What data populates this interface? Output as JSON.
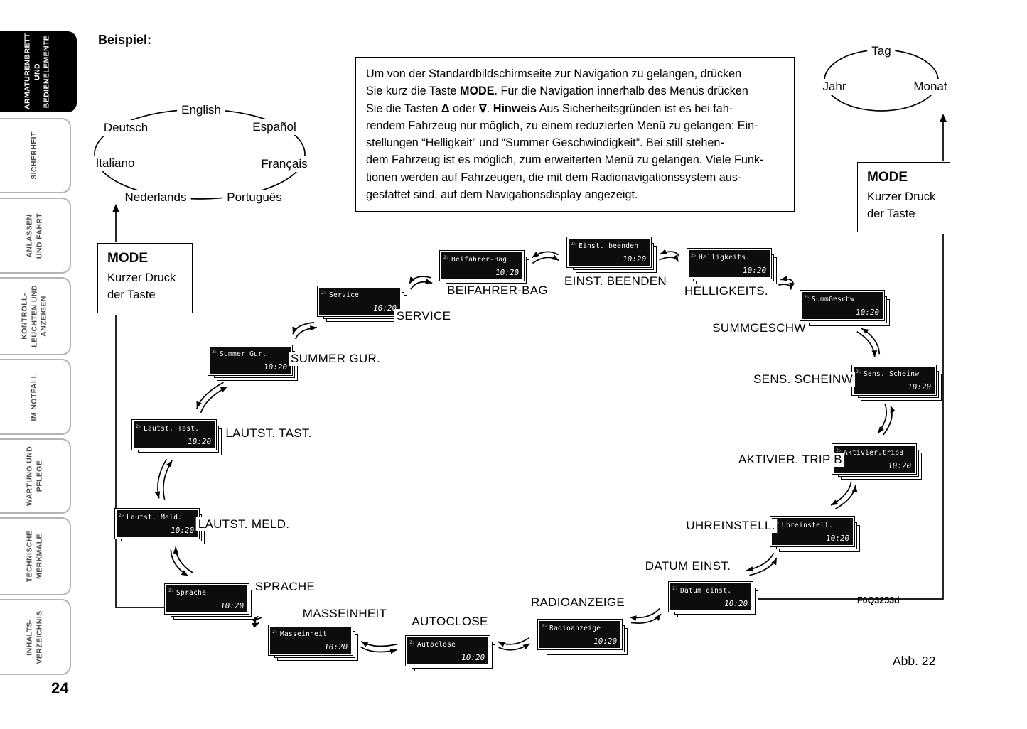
{
  "page": {
    "number": "24",
    "example_label": "Beispiel:",
    "figure_code": "F0Q3253d",
    "figure_caption": "Abb. 22"
  },
  "colors": {
    "screen_background": "#0d0d0d",
    "screen_text": "#ffffff",
    "line_color": "#000000",
    "active_tab_background": "#000000"
  },
  "sidebar": {
    "items": [
      {
        "lines": [
          "ARMATURENBRETT",
          "UND",
          "BEDIENELEMENTE"
        ],
        "active": true
      },
      {
        "lines": [
          "SICHERHEIT"
        ],
        "active": false
      },
      {
        "lines": [
          "ANLASSEN",
          "UND FAHRT"
        ],
        "active": false
      },
      {
        "lines": [
          "KONTROLL-",
          "LEUCHTEN UND",
          "ANZEIGEN"
        ],
        "active": false
      },
      {
        "lines": [
          "IM NOTFALL"
        ],
        "active": false
      },
      {
        "lines": [
          "WARTUNG UND",
          "PFLEGE"
        ],
        "active": false
      },
      {
        "lines": [
          "TECHNISCHE",
          "MERKMALE"
        ],
        "active": false
      },
      {
        "lines": [
          "INHALTS-",
          "VERZEICHNIS"
        ],
        "active": false
      }
    ]
  },
  "language_ellipse": {
    "items": [
      "English",
      "Deutsch",
      "Español",
      "Italiano",
      "Français",
      "Nederlands",
      "Português"
    ]
  },
  "date_ellipse": {
    "items": [
      "Tag",
      "Jahr",
      "Monat"
    ]
  },
  "mode_left": {
    "title": "MODE",
    "lines": [
      "Kurzer Druck",
      "der Taste"
    ]
  },
  "mode_right": {
    "title": "MODE",
    "lines": [
      "Kurzer Druck",
      "der Taste"
    ]
  },
  "info_box": {
    "lines": [
      [
        {
          "t": "Um von der Standardbildschirmseite zur Navigation zu gelangen, drücken"
        }
      ],
      [
        {
          "t": "Sie kurz die Taste "
        },
        {
          "t": "MODE",
          "b": true
        },
        {
          "t": ". Für die Navigation innerhalb des Menüs drücken"
        }
      ],
      [
        {
          "t": "Sie die Tasten "
        },
        {
          "t": "Δ",
          "b": true
        },
        {
          "t": " oder "
        },
        {
          "t": "∇",
          "b": true
        },
        {
          "t": ". "
        },
        {
          "t": "Hinweis",
          "b": true
        },
        {
          "t": "  Aus Sicherheitsgründen ist es bei fah-"
        }
      ],
      [
        {
          "t": "rendem Fahrzeug nur möglich, zu einem reduzierten Menü zu gelangen: Ein-"
        }
      ],
      [
        {
          "t": "stellungen “Helligkeit” und “Summer Geschwindigkeit”. Bei still stehen-"
        }
      ],
      [
        {
          "t": "dem Fahrzeug ist es möglich, zum erweiterten Menü zu gelangen. Viele Funk-"
        }
      ],
      [
        {
          "t": "tionen werden auf Fahrzeugen, die mit dem Radionavigationssystem aus-"
        }
      ],
      [
        {
          "t": "gestattet sind, auf dem Navigationsdisplay angezeigt."
        }
      ]
    ]
  },
  "menu": {
    "time": "10:20",
    "corner_icon": "2♭",
    "items": [
      {
        "screen": "Einst. beenden",
        "label": "EINST. BEENDEN"
      },
      {
        "screen": "Helligkeits.",
        "label": "HELLIGKEITS."
      },
      {
        "screen": "SummGeschw",
        "label": "SUMMGESCHW"
      },
      {
        "screen": "Sens. Scheinw",
        "label": "SENS. SCHEINW"
      },
      {
        "screen": "Aktivier.tripB",
        "label": "AKTIVIER. TRIP B"
      },
      {
        "screen": "Uhreinstell.",
        "label": "UHREINSTELL."
      },
      {
        "screen": "Datum einst.",
        "label": "DATUM EINST."
      },
      {
        "screen": "Radioanzeige",
        "label": "RADIOANZEIGE"
      },
      {
        "screen": "Autoclose",
        "label": "AUTOCLOSE"
      },
      {
        "screen": "Masseinheit",
        "label": "MASSEINHEIT"
      },
      {
        "screen": "Sprache",
        "label": "SPRACHE"
      },
      {
        "screen": "Lautst. Meld.",
        "label": "LAUTST. MELD."
      },
      {
        "screen": "Lautst. Tast.",
        "label": "LAUTST. TAST."
      },
      {
        "screen": "Summer Gur.",
        "label": "SUMMER GUR."
      },
      {
        "screen": "Service",
        "label": "SERVICE"
      },
      {
        "screen": "Beifahrer-Bag",
        "label": "BEIFAHRER-BAG"
      }
    ]
  }
}
